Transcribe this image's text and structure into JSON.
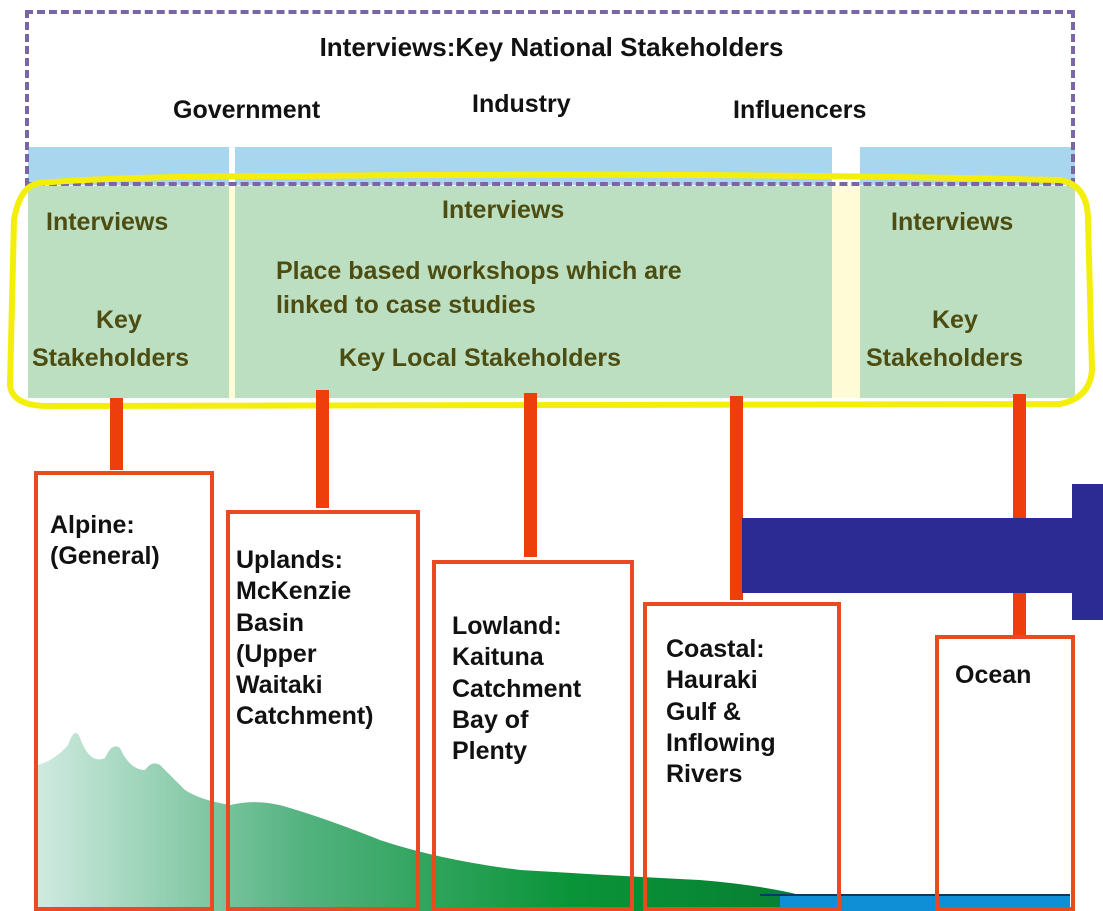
{
  "national": {
    "title": "Interviews:Key National Stakeholders",
    "groups": [
      "Government",
      "Industry",
      "Influencers"
    ]
  },
  "panels": {
    "left": {
      "interviews": "Interviews",
      "stakeholders": [
        "Key",
        "Stakeholders"
      ]
    },
    "center": {
      "interviews": "Interviews",
      "workshops": [
        "Place based workshops which are",
        "linked to case studies"
      ],
      "stakeholders": "Key Local Stakeholders"
    },
    "right": {
      "interviews": "Interviews",
      "stakeholders": [
        "Key",
        "Stakeholders"
      ]
    }
  },
  "case_studies": [
    {
      "lines": [
        "Alpine:",
        "(General)"
      ]
    },
    {
      "lines": [
        "Uplands:",
        "McKenzie",
        "Basin",
        "(Upper",
        "Waitaki",
        "Catchment)"
      ]
    },
    {
      "lines": [
        "Lowland:",
        "Kaituna",
        "Catchment",
        "Bay of",
        "Plenty"
      ]
    },
    {
      "lines": [
        "Coastal:",
        "Hauraki",
        "Gulf &",
        "Inflowing",
        "Rivers"
      ]
    },
    {
      "lines": [
        "Ocean"
      ]
    }
  ],
  "colors": {
    "dashed_border": "#7a66a6",
    "blue_bar": "#a9d6ef",
    "green_panel": "#bcdfc2",
    "highlight": "#f4ee0c",
    "connector": "#ee3e0c",
    "arrow": "#2b2b93",
    "terrain": "#1f9a4a",
    "ocean": "#0f8fd6"
  }
}
